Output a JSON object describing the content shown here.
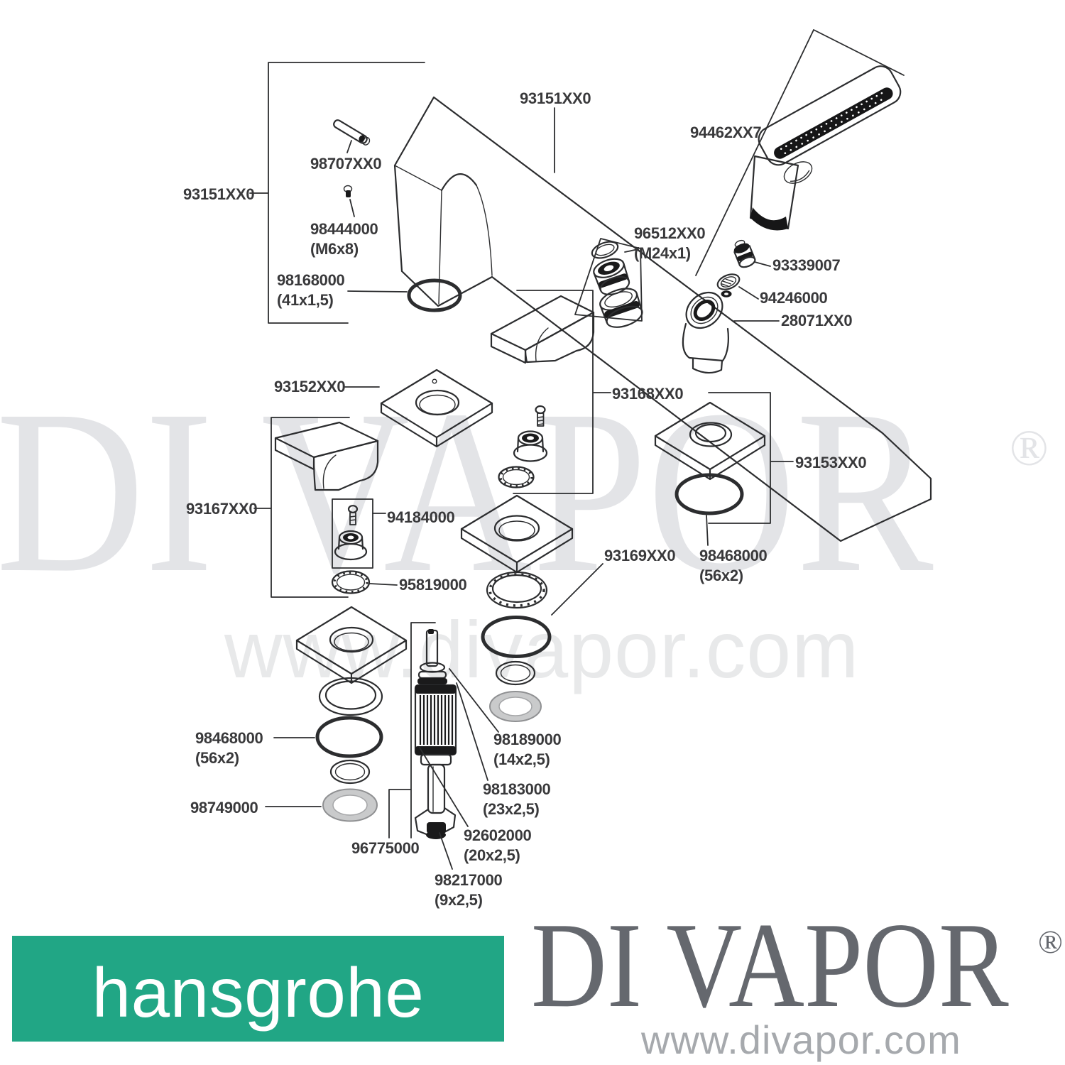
{
  "colors": {
    "hansgrohe_green": "#21A685",
    "divapor_gray": "#65686E",
    "url_gray": "#A6A9AD",
    "watermark_gray": "#E3E4E7",
    "line_color": "#2C2D2F"
  },
  "watermark": {
    "brand": "DI VAPOR",
    "reg": "®",
    "url": "www.divapor.com"
  },
  "footer": {
    "hansgrohe": "hansgrohe",
    "brand": "DI VAPOR",
    "reg": "®",
    "url": "www.divapor.com"
  },
  "parts": {
    "spout_group": {
      "number": "93151XX0"
    },
    "spout": {
      "number": "93151XX0"
    },
    "pin": {
      "number": "98707XX0"
    },
    "grub_screw": {
      "number": "98444000",
      "dim": "(M6x8)"
    },
    "oring_spout": {
      "number": "98168000",
      "dim": "(41x1,5)"
    },
    "aerator": {
      "number": "96512XX0",
      "dim": "(M24x1)"
    },
    "hand_shower": {
      "number": "94462XX7"
    },
    "flow_regulator": {
      "number": "93339007"
    },
    "filter_washer": {
      "number": "94246000"
    },
    "elbow": {
      "number": "28071XX0"
    },
    "escutcheon_spout": {
      "number": "93152XX0"
    },
    "handle_left_group": {
      "number": "93167XX0"
    },
    "handle_right_group": {
      "number": "93168XX0"
    },
    "escutcheon_shower": {
      "number": "93153XX0"
    },
    "adapter_set": {
      "number": "94184000"
    },
    "ring_nut": {
      "number": "95819000"
    },
    "escutcheon_handle": {
      "number": "93169XX0"
    },
    "oring_56_shower": {
      "number": "98468000",
      "dim": "(56x2)"
    },
    "oring_56_handle": {
      "number": "98468000",
      "dim": "(56x2)"
    },
    "seal_ring": {
      "number": "98749000"
    },
    "oring_14": {
      "number": "98189000",
      "dim": "(14x2,5)"
    },
    "oring_23": {
      "number": "98183000",
      "dim": "(23x2,5)"
    },
    "oring_20": {
      "number": "92602000",
      "dim": "(20x2,5)"
    },
    "cartridge": {
      "number": "96775000"
    },
    "oring_9": {
      "number": "98217000",
      "dim": "(9x2,5)"
    }
  }
}
